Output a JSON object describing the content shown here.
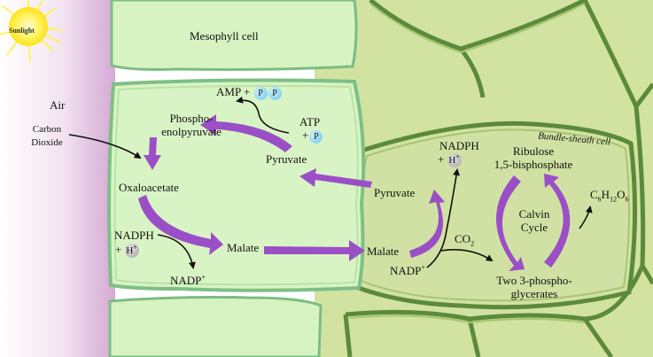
{
  "labels": {
    "sunlight": "Sunlight",
    "air": "Air",
    "carbon_dioxide": [
      "Carbon",
      "Dioxide"
    ],
    "mesophyll_cell": "Mesophyll cell",
    "bundle_sheath_cell": "Bundle-sheath cell",
    "amp_plus": "AMP +",
    "p_symbol": "P",
    "atp": "ATP",
    "plus": "+",
    "phosphoenolpyruvate": [
      "Phospho-",
      "enolpyruvate"
    ],
    "pyruvate_mesophyll": "Pyruvate",
    "oxaloacetate": "Oxaloacetate",
    "nadph_mesophyll": "NADPH",
    "h_plus_prefix": "+",
    "h_symbol": "H",
    "h_charge": "+",
    "malate_mesophyll": "Malate",
    "nadp_mesophyll": "NADP",
    "nadp_charge": "+",
    "malate_bundle": "Malate",
    "pyruvate_bundle": "Pyruvate",
    "nadph_bundle": "NADPH",
    "nadp_bundle": "NADP",
    "co2": "CO",
    "co2_sub": "2",
    "ribulose": [
      "Ribulose",
      "1,5-bisphosphate"
    ],
    "calvin_cycle": [
      "Calvin",
      "Cycle"
    ],
    "phosphoglycerates": [
      "Two 3-phospho-",
      "glycerates"
    ],
    "glucose": {
      "c": "C",
      "c_sub": "6",
      "h": "H",
      "h_sub": "12",
      "o": "O",
      "o_sub": "6"
    }
  },
  "colors": {
    "mesophyll_fill": "#d9f4c4",
    "mesophyll_border": "#7fbf85",
    "bundle_fill": "#d3e2a3",
    "bundle_border": "#5f8a3c",
    "air_gradient_start": "#ffffff",
    "air_gradient_end": "#d9b8d9",
    "purple_arrow": "#9b4fc6",
    "sun": "#fff15a",
    "phosphate": "#6cc6ef"
  }
}
